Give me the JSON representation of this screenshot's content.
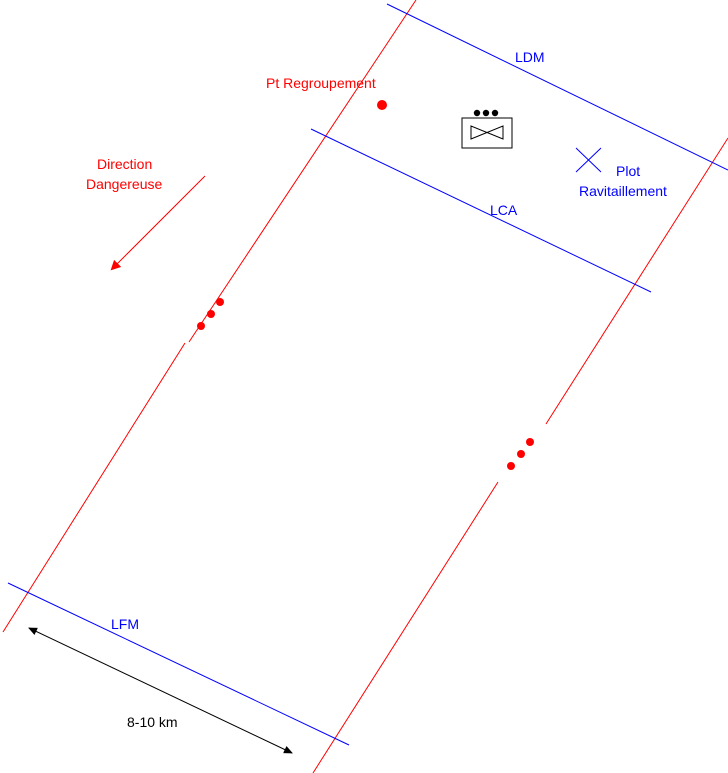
{
  "labels": {
    "ldm": "LDM",
    "lca": "LCA",
    "lfm": "LFM",
    "pt_regroupement": "Pt Regroupement",
    "direction_line1": "Direction",
    "direction_line2": "Dangereuse",
    "plot_line1": "Plot",
    "plot_line2": "Ravitaillement",
    "distance": "8-10 km"
  },
  "colors": {
    "boundary": "#ff0000",
    "phase_line": "#0000ff",
    "text_red": "#ff0000",
    "text_blue": "#0000ff",
    "dimension": "#000000"
  },
  "icons": {
    "unit_symbol": "mechanized-unit-icon",
    "supply_point": "x-cross-icon",
    "rally_point": "red-dot-icon",
    "continuation": "ellipsis-dots-icon",
    "direction_arrow": "arrow-icon"
  }
}
